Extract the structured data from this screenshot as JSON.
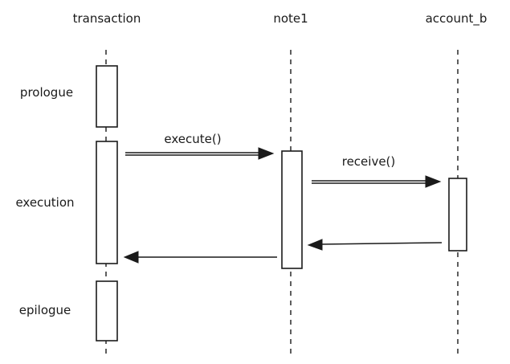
{
  "participants": {
    "transaction": "transaction",
    "note1": "note1",
    "account_b": "account_b"
  },
  "phases": {
    "prologue": "prologue",
    "execution": "execution",
    "epilogue": "epilogue"
  },
  "messages": {
    "execute": "execute()",
    "receive": "receive()"
  },
  "colors": {
    "ink": "#1a1a1a",
    "background": "#ffffff"
  }
}
